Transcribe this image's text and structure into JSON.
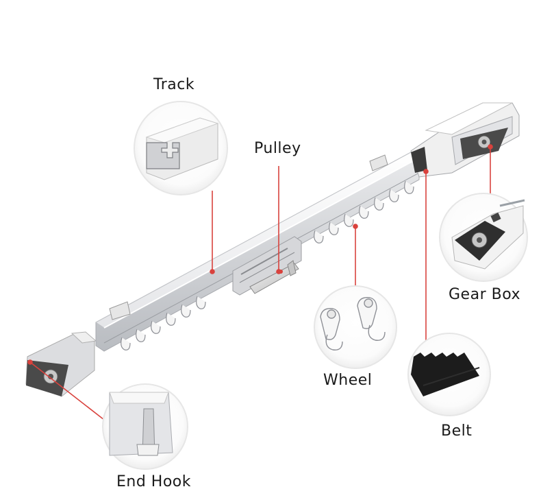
{
  "labels": {
    "track": "Track",
    "pulley": "Pulley",
    "gear_box": "Gear Box",
    "wheel": "Wheel",
    "belt": "Belt",
    "end_hook": "End Hook"
  },
  "colors": {
    "pointer": "#d9423d",
    "rail": "#f2f2f2",
    "rail_shadow": "#c9cbcf",
    "dark_part": "#3a3a3a",
    "callout_ring": "#e6e6e6"
  }
}
